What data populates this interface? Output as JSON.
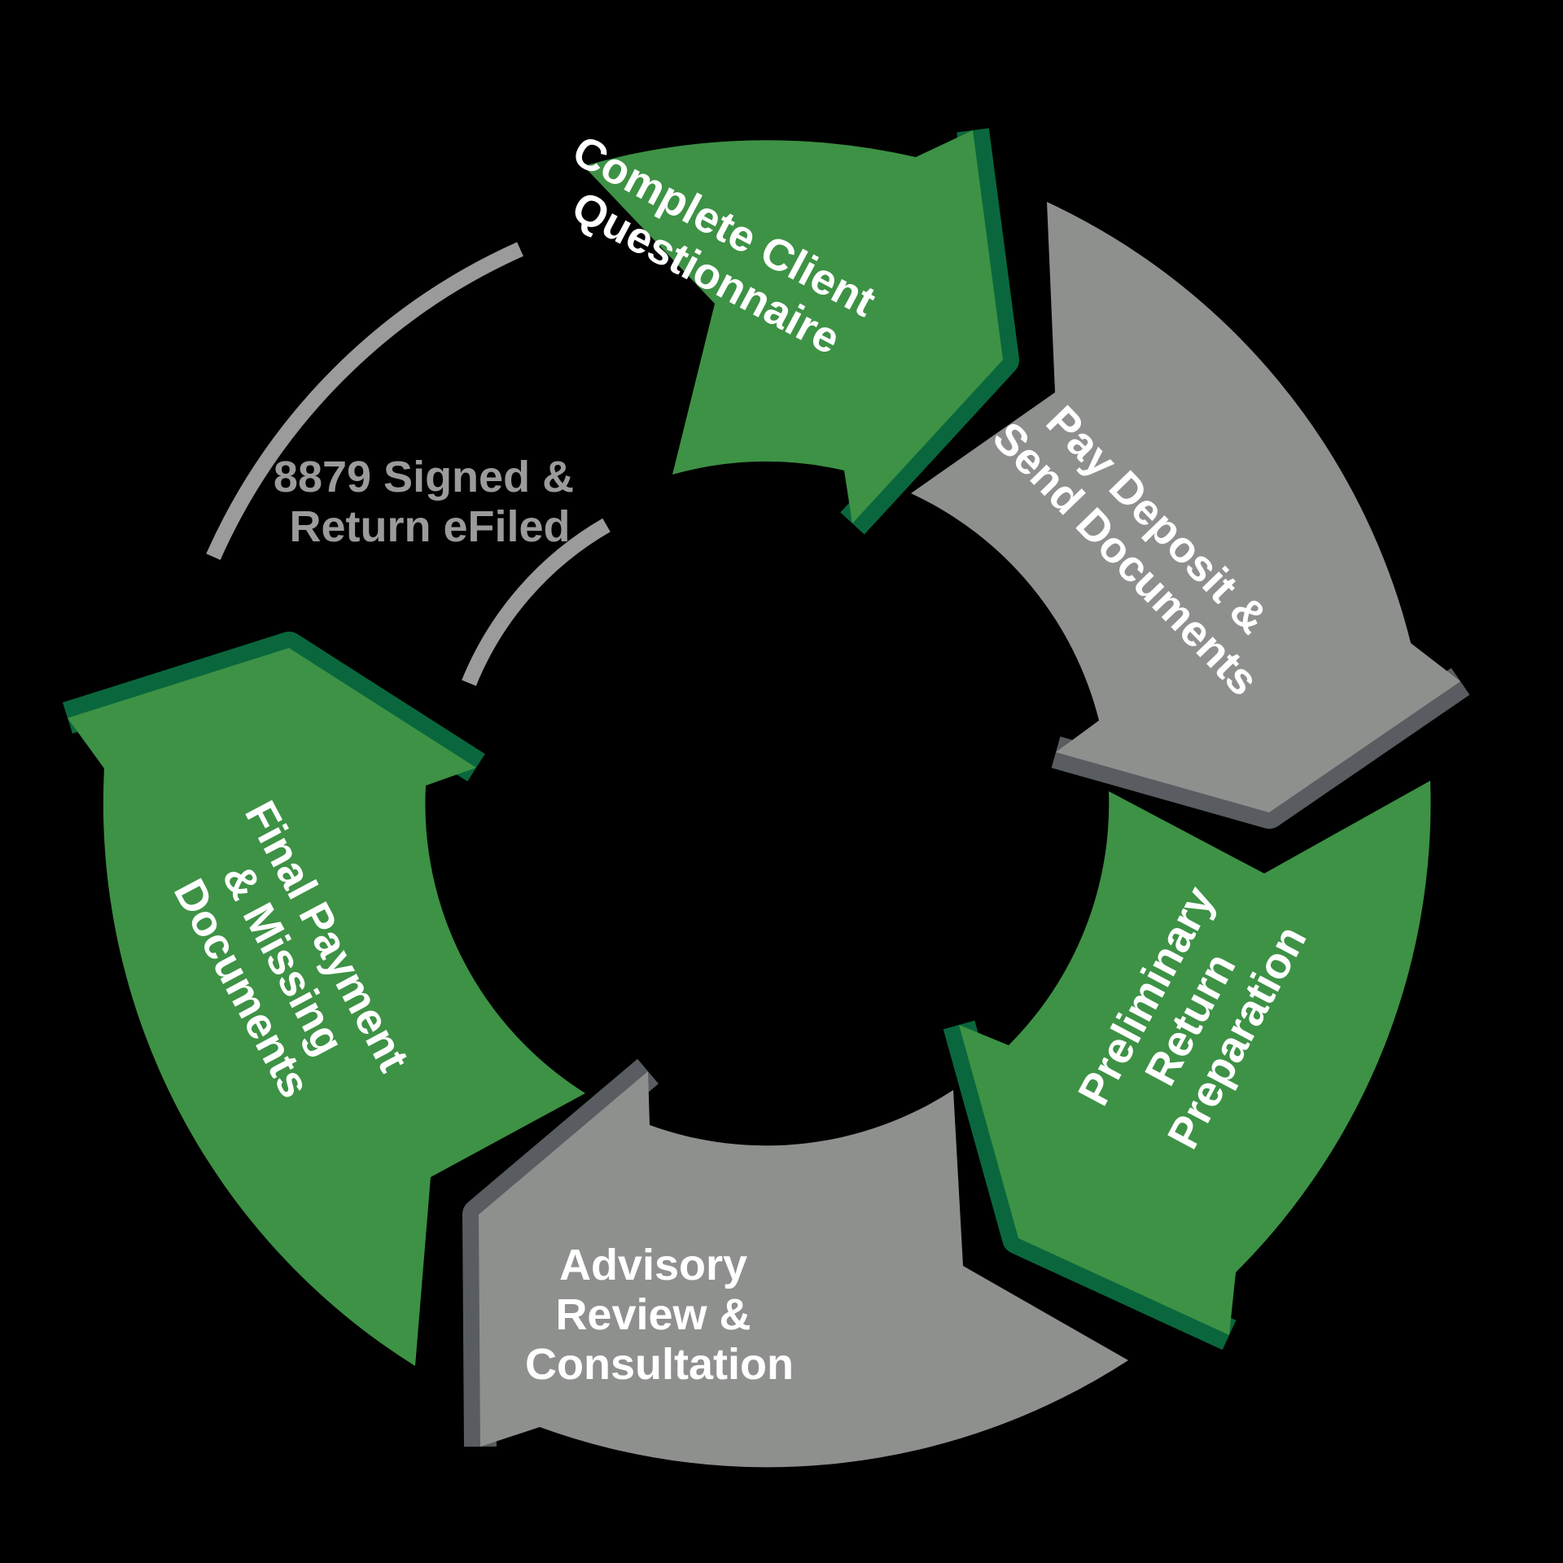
{
  "diagram": {
    "type": "cycle",
    "direction": "clockwise",
    "background": "#000000",
    "colors": {
      "green": "#3D9245",
      "green_dark": "#0A673D",
      "gray": "#8E908E",
      "gray_dark": "#595D61",
      "ghost_gray": "#9B9B9B",
      "label_text": "#FFFFFF"
    },
    "steps": [
      {
        "id": "complete-client-questionnaire",
        "color": "green",
        "lines": [
          "Complete Client",
          "Questionnaire"
        ]
      },
      {
        "id": "pay-deposit-send-documents",
        "color": "gray",
        "lines": [
          "Pay Deposit &",
          "Send Documents"
        ]
      },
      {
        "id": "preliminary-return-preparation",
        "color": "green",
        "lines": [
          "Preliminary",
          "Return",
          "Preparation"
        ]
      },
      {
        "id": "advisory-review-consultation",
        "color": "gray",
        "lines": [
          "Advisory",
          "Review &",
          "Consultation"
        ]
      },
      {
        "id": "final-payment-missing-documents",
        "color": "green",
        "lines": [
          "Final Payment",
          "& Missing",
          "Documents"
        ]
      },
      {
        "id": "8879-signed-return-efiled",
        "color": "ghost",
        "lines": [
          "8879 Signed &",
          "Return eFiled"
        ]
      }
    ]
  }
}
